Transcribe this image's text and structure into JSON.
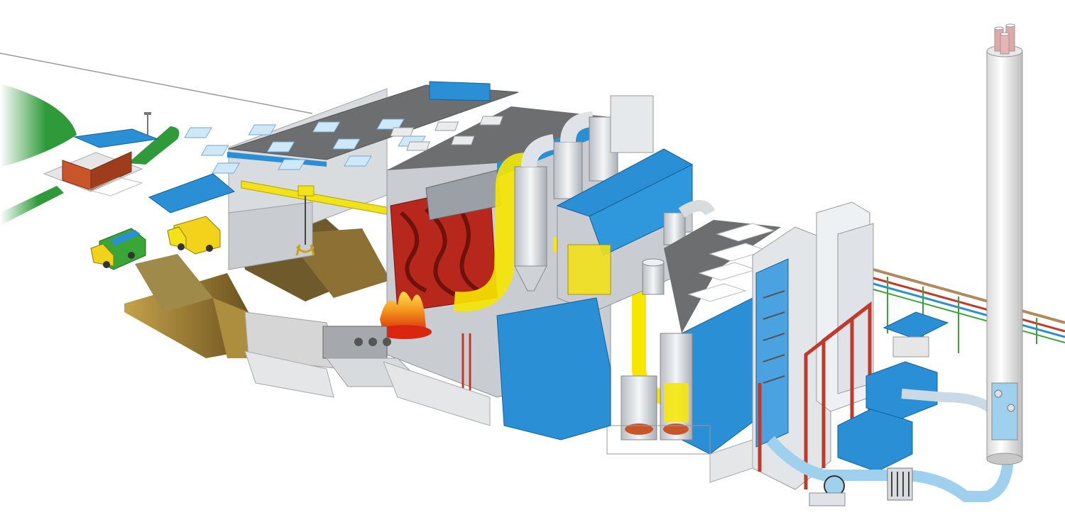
{
  "diagram": {
    "type": "cutaway-illustration",
    "subject": "waste-to-energy-plant",
    "labels": []
  },
  "colors": {
    "background": "#ffffff",
    "roof_blue": "#2a8fd4",
    "wall_grey": "#c9cdd2",
    "floor_grey": "#6d6e70",
    "waste_brown": "#8a6a2a",
    "conveyor_yellow": "#f2e21a",
    "flue_yellow": "#f6e600",
    "fire_orange": "#f28c1a",
    "boiler_red": "#b8271c",
    "structure_red": "#c0392b",
    "steel_silver": "#dfe3e7",
    "stack_white": "#f2f2f2",
    "duct_lightblue": "#9fd0ee",
    "grass_green": "#2e9a3a",
    "truck_green": "#3aa637",
    "truck_yellow": "#f2d21a",
    "building_orange": "#c9562b"
  },
  "icons": [
    "chimney-stack",
    "garbage-truck",
    "crane-grab",
    "fan-blower",
    "cyclone-separator"
  ]
}
